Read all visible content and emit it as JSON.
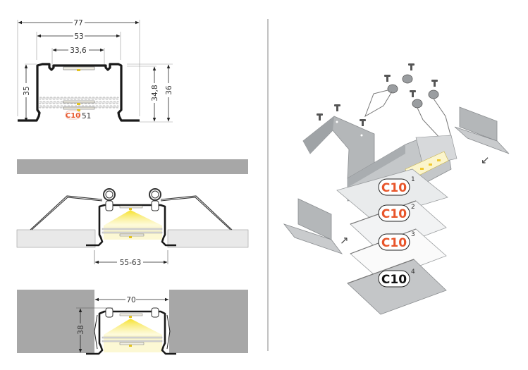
{
  "title": "Recessed LED aluminium profile — technical drawing and exploded assembly view",
  "cross_section": {
    "dim_overall_width": "77",
    "dim_inner_width": "53",
    "dim_strip_width": "33,6",
    "dim_height_left": "35",
    "dim_height_inner": "34,8",
    "dim_height_right": "36",
    "cover_code": "C10",
    "cover_note": "51"
  },
  "mount_spring": {
    "cutout_dim": "55-63"
  },
  "mount_plaster": {
    "gap_dim": "70",
    "height_dim": "38"
  },
  "exploded": {
    "covers": [
      {
        "code": "C10",
        "index": "1",
        "style": "orange"
      },
      {
        "code": "C10",
        "index": "2",
        "style": "orange"
      },
      {
        "code": "C10",
        "index": "3",
        "style": "orange"
      },
      {
        "code": "C10",
        "index": "4",
        "style": "black"
      }
    ]
  },
  "colors": {
    "accent_orange": "#e8552a",
    "profile_black": "#1a1a1a",
    "ceiling_gray": "#a7a7a7",
    "light_yellow": "#f7e84a",
    "part_gray": "#b5b8ba",
    "divider": "#9a9a9a"
  }
}
